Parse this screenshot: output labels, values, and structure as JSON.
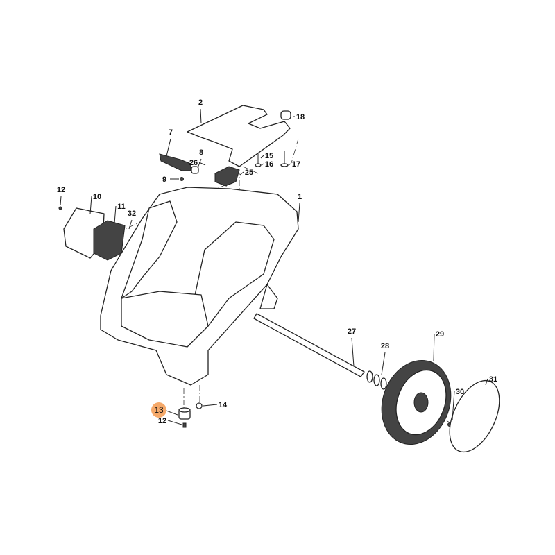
{
  "diagram": {
    "highlight_color": "#F5A96A",
    "highlighted_part": "13",
    "callouts": [
      {
        "number": "1"
      },
      {
        "number": "2"
      },
      {
        "number": "7"
      },
      {
        "number": "8"
      },
      {
        "number": "9"
      },
      {
        "number": "10"
      },
      {
        "number": "11"
      },
      {
        "number": "12"
      },
      {
        "number": "12"
      },
      {
        "number": "13"
      },
      {
        "number": "14"
      },
      {
        "number": "15"
      },
      {
        "number": "16"
      },
      {
        "number": "17"
      },
      {
        "number": "18"
      },
      {
        "number": "25"
      },
      {
        "number": "26"
      },
      {
        "number": "27"
      },
      {
        "number": "28"
      },
      {
        "number": "29"
      },
      {
        "number": "30"
      },
      {
        "number": "31"
      },
      {
        "number": "32"
      }
    ]
  }
}
